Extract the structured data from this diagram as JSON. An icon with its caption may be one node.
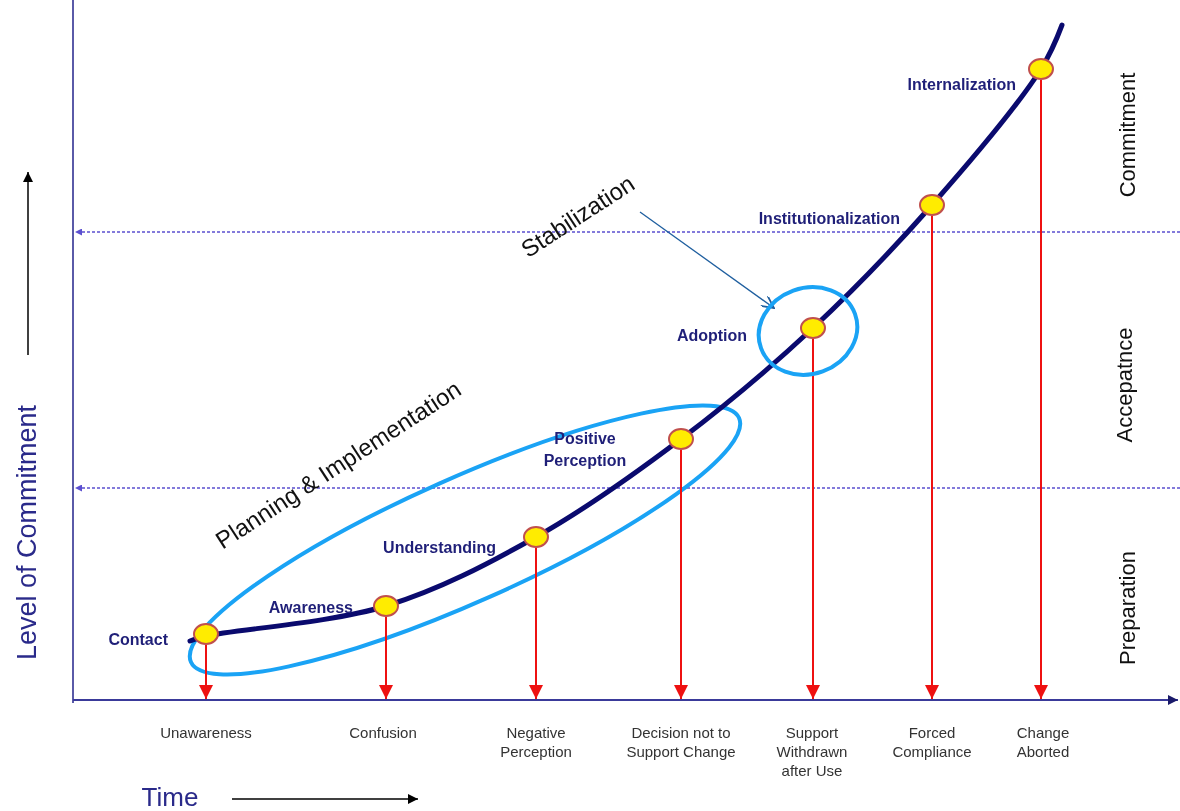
{
  "diagram": {
    "nodes": [
      {
        "text": [],
        "shape": "circle",
        "beside": [
          "Contact"
        ]
      },
      {
        "text": [],
        "shape": "circle",
        "beside": [
          "Awareness"
        ]
      },
      {
        "text": [],
        "shape": "circle",
        "beside": [
          "Understanding"
        ]
      },
      {
        "text": [],
        "shape": "circle",
        "beside": [
          "Positive Perception"
        ]
      },
      {
        "text": [],
        "shape": "ellipse"
      },
      {
        "text": [],
        "shape": "circle",
        "in": 4
      },
      {
        "text": [],
        "shape": "circle",
        "beside": [
          "Institutionalization"
        ]
      },
      {
        "text": [],
        "shape": "circle",
        "beside": [
          "Internalization"
        ]
      },
      {
        "text": [
          "Unawareness"
        ]
      },
      {
        "text": [
          "Confusion"
        ]
      },
      {
        "text": [
          "Negative Perception"
        ]
      },
      {
        "text": [
          "Decision not to Support Change"
        ]
      },
      {
        "text": [
          "Support Withdrawn after Use"
        ]
      },
      {
        "text": [
          "Forced Compliance"
        ]
      },
      {
        "text": [
          "Change Aborted"
        ]
      },
      {
        "text": [
          "Stabilization"
        ]
      }
    ],
    "edges": [
      {
        "from": 0,
        "to": 8,
        "arrow": "to",
        "color": "#ee1111"
      },
      {
        "from": 1,
        "to": 9,
        "arrow": "to",
        "color": "#ee1111"
      },
      {
        "from": 2,
        "to": 10,
        "arrow": "to",
        "color": "#ee1111"
      },
      {
        "from": 3,
        "to": 11,
        "arrow": "to",
        "color": "#ee1111"
      },
      {
        "from": 5,
        "to": 12,
        "arrow": "to",
        "color": "#ee1111"
      },
      {
        "from": 6,
        "to": 13,
        "arrow": "to",
        "color": "#ee1111"
      },
      {
        "from": 7,
        "to": 14,
        "arrow": "to",
        "color": "#ee1111"
      },
      {
        "from": 15,
        "to": 4,
        "arrow": "to",
        "color": "#1f5f9f"
      }
    ],
    "labels": [
      "Planning & Implementation",
      "Commitment",
      "Accepatnce",
      "Preparation",
      "Level of Commitment",
      "Time",
      "Adoption"
    ]
  }
}
